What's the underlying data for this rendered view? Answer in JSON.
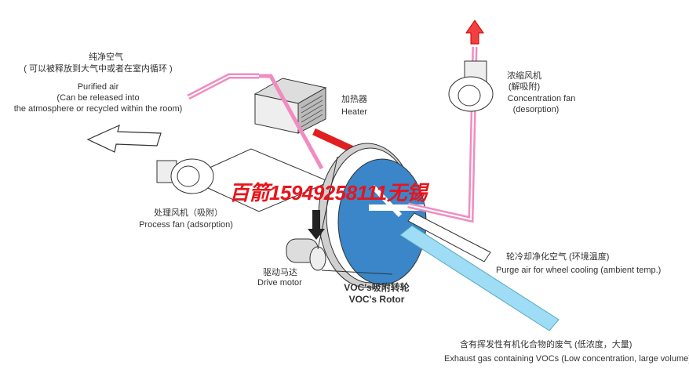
{
  "labels": {
    "purified_cn": "纯净空气",
    "purified_cn_note": "( 可以被释放到大气中或者在室内循环 )",
    "purified_en": "Purified air",
    "purified_en_note1": "(Can be released into",
    "purified_en_note2": "the atmosphere or recycled within the room)",
    "heater_cn": "加热器",
    "heater_en": "Heater",
    "conc_fan_cn": "浓缩风机",
    "conc_fan_cn_note": "(解吸附)",
    "conc_fan_en": "Concentration fan",
    "conc_fan_en_note": "(desorption)",
    "process_fan_cn": "处理风机（吸附）",
    "process_fan_en": "Process fan (adsorption)",
    "motor_cn": "驱动马达",
    "motor_en": "Drive motor",
    "rotor_cn": "VOC's吸附转轮",
    "rotor_en": "VOC's Rotor",
    "purge_cn": "轮冷却净化空气 (环境温度)",
    "purge_en": "Purge air for wheel cooling (ambient temp.)",
    "exhaust_cn": "含有挥发性有机化合物的废气 (低浓度，大量)",
    "exhaust_en": "Exhaust gas containing VOCs (Low concentration, large volume)"
  },
  "watermark": "百箭15949258111无锡",
  "colors": {
    "pink": "#f08cc0",
    "red": "#e02020",
    "blue": "#3a86c8",
    "light_blue": "#9fdcf5"
  }
}
